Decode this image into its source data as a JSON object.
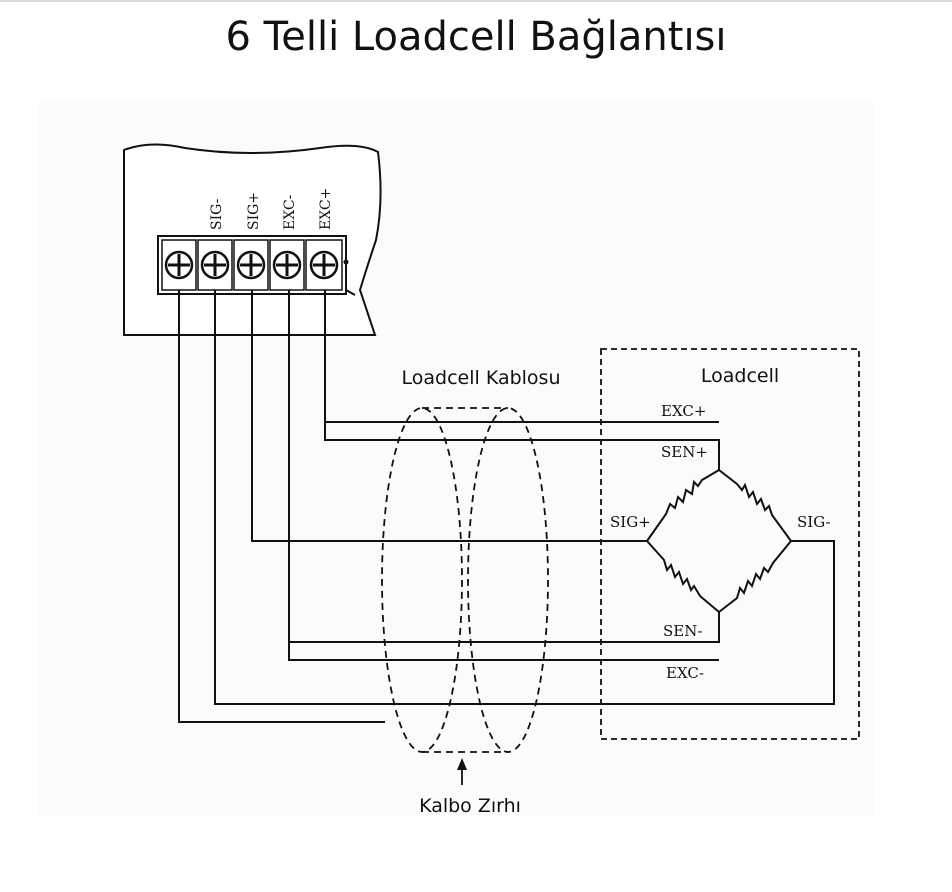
{
  "title": "6 Telli Loadcell Bağlantısı",
  "terminal_labels": [
    "SIG-",
    "SIG+",
    "EXC-",
    "EXC+"
  ],
  "cable_label": "Loadcell Kablosu",
  "loadcell_label": "Loadcell",
  "shield_label": "Kalbo Zırhı",
  "bridge_labels": {
    "exc_plus": "EXC+",
    "sen_plus": "SEN+",
    "sig_plus": "SIG+",
    "sig_minus": "SIG-",
    "sen_minus": "SEN-",
    "exc_minus": "EXC-"
  }
}
